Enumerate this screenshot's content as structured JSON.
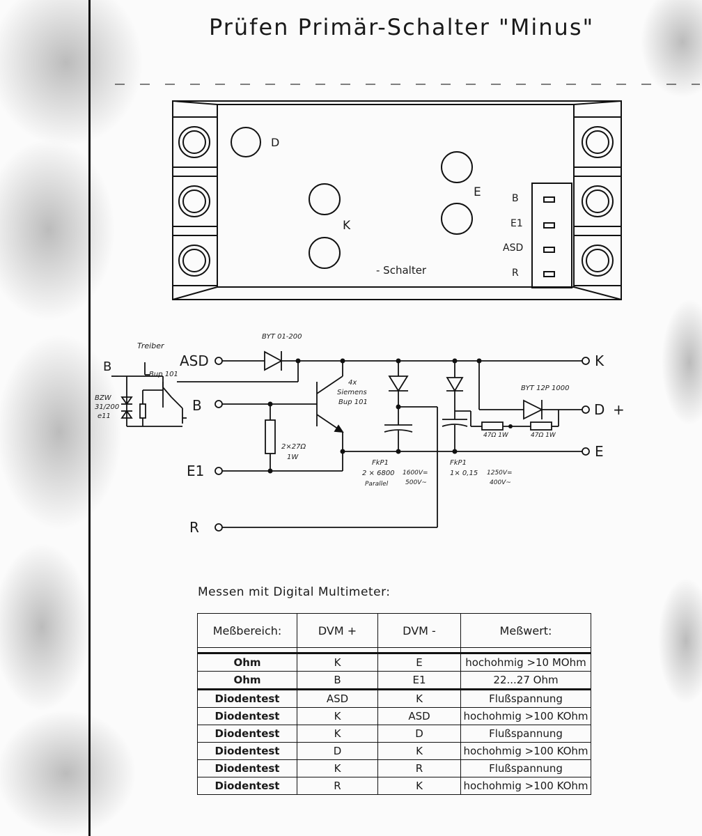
{
  "title": "Prüfen Primär-Schalter \"Minus\"",
  "module": {
    "pads": {
      "d": "D",
      "k": "K",
      "e": "E"
    },
    "label": "- Schalter",
    "pins": [
      "B",
      "E1",
      "ASD",
      "R"
    ]
  },
  "schematic": {
    "terminals": {
      "asd": "ASD",
      "b_left": "B",
      "b_mid": "B",
      "e1": "E1",
      "r": "R",
      "k": "K",
      "d": "D",
      "plus": "+",
      "e": "E"
    },
    "components": {
      "treiber": "Treiber",
      "bup_driver": "Bup 101",
      "bzw": "BZW",
      "bzw_value": "31/200",
      "bzw_extra": "e11",
      "diode_top": "BYT 01-200",
      "transistor_count": "4x",
      "transistor_maker": "Siemens",
      "transistor_type": "Bup 101",
      "resistor_a": "2×27Ω",
      "resistor_b": "1W",
      "fkp1_a": "FkP1",
      "fkp1_a_qty": "2 × 6800",
      "fkp1_a_par": "Parallel",
      "fkp1_a_v1": "1600V=",
      "fkp1_a_v2": "500V~",
      "fkp1_b": "FkP1",
      "fkp1_b_qty": "1× 0,15",
      "fkp1_b_v1": "1250V=",
      "fkp1_b_v2": "400V~",
      "diode_right": "BYT 12P 1000",
      "res_r1": "47Ω 1W",
      "res_r2": "47Ω 1W"
    }
  },
  "measurement": {
    "heading": "Messen mit Digital Multimeter:",
    "columns": [
      "Meßbereich:",
      "DVM +",
      "DVM -",
      "Meßwert:"
    ],
    "rows": [
      {
        "range": "Ohm",
        "plus": "K",
        "minus": "E",
        "value": "hochohmig >10 MOhm"
      },
      {
        "range": "Ohm",
        "plus": "B",
        "minus": "E1",
        "value": "22...27 Ohm"
      },
      {
        "range": "Diodentest",
        "plus": "ASD",
        "minus": "K",
        "value": "Flußspannung"
      },
      {
        "range": "Diodentest",
        "plus": "K",
        "minus": "ASD",
        "value": "hochohmig >100 KOhm"
      },
      {
        "range": "Diodentest",
        "plus": "K",
        "minus": "D",
        "value": "Flußspannung"
      },
      {
        "range": "Diodentest",
        "plus": "D",
        "minus": "K",
        "value": "hochohmig >100 KOhm"
      },
      {
        "range": "Diodentest",
        "plus": "K",
        "minus": "R",
        "value": "Flußspannung"
      },
      {
        "range": "Diodentest",
        "plus": "R",
        "minus": "K",
        "value": "hochohmig >100 KOhm"
      }
    ]
  }
}
